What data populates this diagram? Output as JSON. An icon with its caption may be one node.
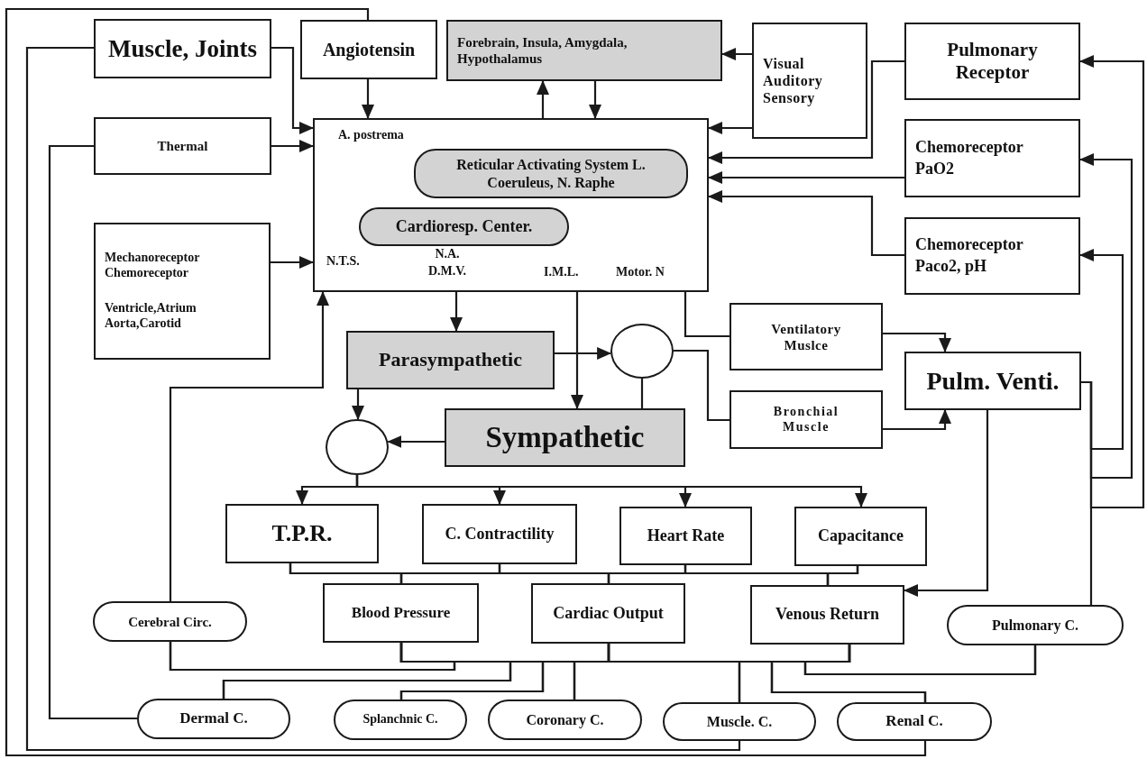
{
  "diagram": {
    "nodes": [
      {
        "text": [
          "Muscle, Joints"
        ]
      },
      {
        "text": [
          "Angiotensin"
        ]
      },
      {
        "text": [
          "Forebrain, Insula, Amygdala, Hypothalamus"
        ]
      },
      {
        "text": [
          "Visual Auditory Sensory"
        ]
      },
      {
        "text": [
          "Pulmonary Receptor"
        ]
      },
      {
        "text": [
          "A. postrema",
          "N.T.S.",
          "N.A. D.M.V.",
          "I.M.L.",
          "Motor. N"
        ]
      },
      {
        "text": [
          "Reticular Activating System L. Coeruleus, N. Raphe"
        ],
        "in": 5
      },
      {
        "text": [
          "Cardioresp.  Center."
        ],
        "in": 5
      },
      {
        "text": [
          "Thermal"
        ]
      },
      {
        "text": [
          "Chemoreceptor",
          "PaO2"
        ]
      },
      {
        "text": [
          "Chemoreceptor",
          "Paco2, pH"
        ]
      },
      {
        "text": [
          "Mechanoreceptor Chemoreceptor",
          "Ventricle,Atrium Aorta,Carotid"
        ]
      },
      {
        "text": [
          "Parasympathetic"
        ]
      },
      {
        "text": [],
        "shape": "circle"
      },
      {
        "text": [
          "Ventilatory Muslce"
        ]
      },
      {
        "text": [
          "Pulm. Venti."
        ]
      },
      {
        "text": [
          "Bronchial Muscle"
        ]
      },
      {
        "text": [],
        "shape": "circle"
      },
      {
        "text": [
          "Sympathetic"
        ]
      },
      {
        "text": [
          "T.P.R."
        ]
      },
      {
        "text": [
          "C. Contractility"
        ]
      },
      {
        "text": [
          "Heart Rate"
        ]
      },
      {
        "text": [
          "Capacitance"
        ]
      },
      {
        "text": [
          "Cerebral Circ."
        ]
      },
      {
        "text": [
          "Blood Pressure"
        ]
      },
      {
        "text": [
          "Cardiac Output"
        ]
      },
      {
        "text": [
          "Venous Return"
        ]
      },
      {
        "text": [
          "Pulmonary C."
        ]
      },
      {
        "text": [
          "Dermal C."
        ]
      },
      {
        "text": [
          "Splanchnic C."
        ]
      },
      {
        "text": [
          "Coronary C."
        ]
      },
      {
        "text": [
          "Muscle. C."
        ]
      },
      {
        "text": [
          "Renal C."
        ]
      }
    ],
    "edges": [
      {
        "from": 0,
        "to": 5,
        "arrow": "to"
      },
      {
        "from": 1,
        "to": 5,
        "arrow": "to"
      },
      {
        "from": 2,
        "to": 5,
        "arrow": "to"
      },
      {
        "from": 5,
        "to": 2,
        "arrow": "to"
      },
      {
        "from": 3,
        "to": 2,
        "arrow": "to"
      },
      {
        "from": 3,
        "to": 5,
        "arrow": "to"
      },
      {
        "from": 4,
        "to": 5,
        "arrow": "to"
      },
      {
        "from": 8,
        "to": 5,
        "arrow": "to"
      },
      {
        "from": 9,
        "to": 5,
        "arrow": "to"
      },
      {
        "from": 11,
        "to": 5,
        "arrow": "to"
      },
      {
        "from": 10,
        "to": 5,
        "arrow": "to"
      },
      {
        "from": 5,
        "to": 12,
        "arrow": "to"
      },
      {
        "from": 5,
        "to": 18,
        "arrow": "to"
      },
      {
        "from": 5,
        "to": 14,
        "arrow": "none"
      },
      {
        "from": 12,
        "to": 13,
        "arrow": "to"
      },
      {
        "from": 12,
        "to": 17,
        "arrow": "to"
      },
      {
        "from": 18,
        "to": 17,
        "arrow": "to"
      },
      {
        "from": 13,
        "to": 18,
        "arrow": "none"
      },
      {
        "from": 13,
        "to": 16,
        "arrow": "none"
      },
      {
        "from": 14,
        "to": 15,
        "arrow": "to"
      },
      {
        "from": 16,
        "to": 15,
        "arrow": "to"
      },
      {
        "from": 15,
        "to": 4,
        "arrow": "to"
      },
      {
        "from": 15,
        "to": 9,
        "arrow": "to"
      },
      {
        "from": 15,
        "to": 10,
        "arrow": "to"
      },
      {
        "from": 27,
        "to": 15,
        "arrow": "none"
      },
      {
        "from": 15,
        "to": 26,
        "arrow": "to"
      },
      {
        "from": 17,
        "to": 19,
        "arrow": "to"
      },
      {
        "from": 17,
        "to": 20,
        "arrow": "to"
      },
      {
        "from": 17,
        "to": 21,
        "arrow": "to"
      },
      {
        "from": 17,
        "to": 22,
        "arrow": "to"
      },
      {
        "from": 19,
        "to": 24,
        "arrow": "none"
      },
      {
        "from": 19,
        "to": 25,
        "arrow": "none"
      },
      {
        "from": 19,
        "to": 26,
        "arrow": "none"
      },
      {
        "from": 20,
        "to": 24,
        "arrow": "none"
      },
      {
        "from": 20,
        "to": 25,
        "arrow": "none"
      },
      {
        "from": 20,
        "to": 26,
        "arrow": "none"
      },
      {
        "from": 21,
        "to": 24,
        "arrow": "none"
      },
      {
        "from": 21,
        "to": 25,
        "arrow": "none"
      },
      {
        "from": 21,
        "to": 26,
        "arrow": "none"
      },
      {
        "from": 22,
        "to": 24,
        "arrow": "none"
      },
      {
        "from": 22,
        "to": 25,
        "arrow": "none"
      },
      {
        "from": 22,
        "to": 26,
        "arrow": "none"
      },
      {
        "from": 24,
        "to": 23,
        "arrow": "none"
      },
      {
        "from": 24,
        "to": 28,
        "arrow": "none"
      },
      {
        "from": 24,
        "to": 29,
        "arrow": "none"
      },
      {
        "from": 24,
        "to": 30,
        "arrow": "none"
      },
      {
        "from": 24,
        "to": 31,
        "arrow": "none"
      },
      {
        "from": 24,
        "to": 32,
        "arrow": "none"
      },
      {
        "from": 24,
        "to": 27,
        "arrow": "none"
      },
      {
        "from": 25,
        "to": 23,
        "arrow": "none"
      },
      {
        "from": 25,
        "to": 28,
        "arrow": "none"
      },
      {
        "from": 25,
        "to": 29,
        "arrow": "none"
      },
      {
        "from": 25,
        "to": 30,
        "arrow": "none"
      },
      {
        "from": 25,
        "to": 31,
        "arrow": "none"
      },
      {
        "from": 25,
        "to": 32,
        "arrow": "none"
      },
      {
        "from": 25,
        "to": 27,
        "arrow": "none"
      },
      {
        "from": 26,
        "to": 23,
        "arrow": "none"
      },
      {
        "from": 26,
        "to": 28,
        "arrow": "none"
      },
      {
        "from": 26,
        "to": 29,
        "arrow": "none"
      },
      {
        "from": 26,
        "to": 30,
        "arrow": "none"
      },
      {
        "from": 26,
        "to": 31,
        "arrow": "none"
      },
      {
        "from": 26,
        "to": 32,
        "arrow": "none"
      },
      {
        "from": 26,
        "to": 27,
        "arrow": "none"
      },
      {
        "from": 23,
        "to": 5,
        "arrow": "to"
      },
      {
        "from": 28,
        "to": 8,
        "arrow": "none"
      },
      {
        "from": 31,
        "to": 0,
        "arrow": "none"
      },
      {
        "from": 32,
        "to": 1,
        "arrow": "none"
      }
    ]
  }
}
